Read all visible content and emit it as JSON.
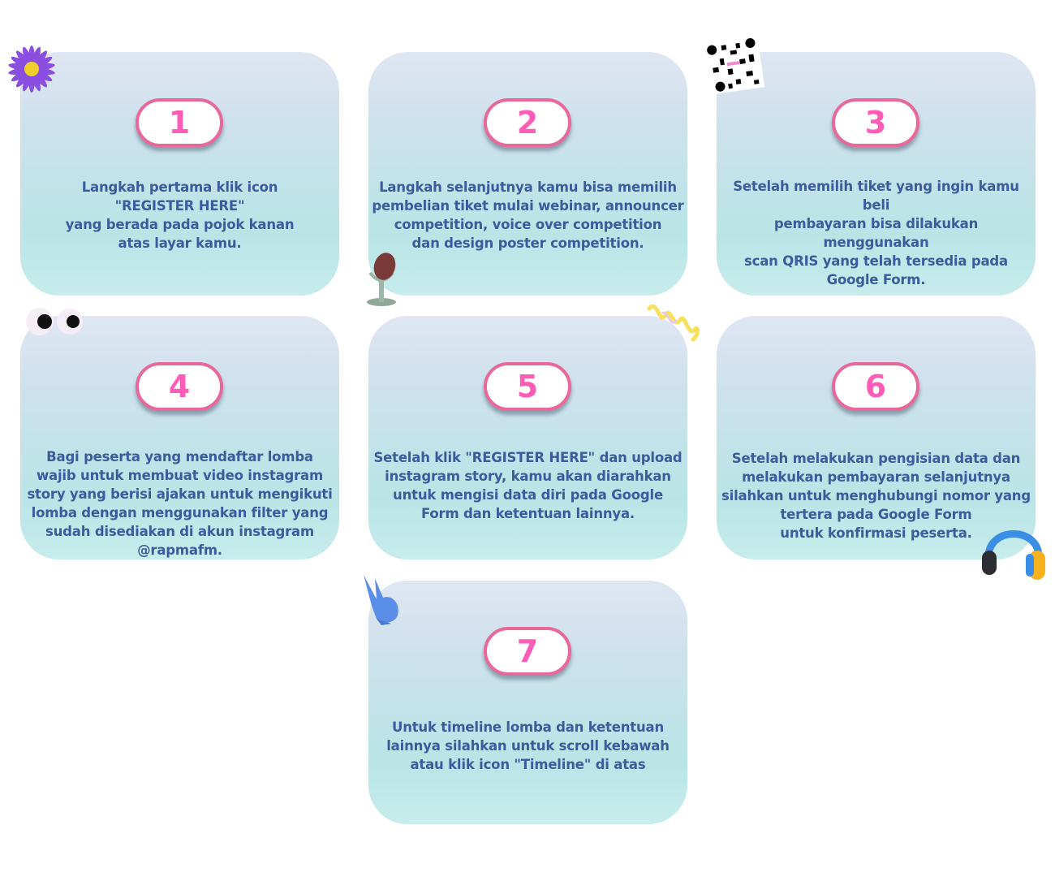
{
  "steps": [
    {
      "number": "1",
      "text": "Langkah pertama klik icon\n\"REGISTER HERE\"\nyang berada pada pojok kanan\natas layar kamu."
    },
    {
      "number": "2",
      "text": "Langkah selanjutnya kamu bisa memilih\npembelian tiket mulai webinar, announcer\ncompetition, voice over competition\ndan design poster competition."
    },
    {
      "number": "3",
      "text": "Setelah memilih tiket yang ingin kamu beli\npembayaran bisa dilakukan menggunakan\nscan QRIS yang telah tersedia pada\nGoogle Form."
    },
    {
      "number": "4",
      "text": "Bagi peserta yang mendaftar lomba\nwajib untuk membuat video instagram\nstory yang berisi ajakan untuk mengikuti\nlomba dengan menggunakan filter yang\nsudah disediakan di akun instagram\n@rapmafm."
    },
    {
      "number": "5",
      "text": "Setelah klik \"REGISTER HERE\" dan upload\ninstagram story, kamu akan diarahkan\nuntuk mengisi data diri pada Google\nForm dan ketentuan lainnya."
    },
    {
      "number": "6",
      "text": "Setelah melakukan pengisian data dan\nmelakukan pembayaran selanjutnya\nsilahkan untuk menghubungi nomor yang\ntertera pada Google Form\nuntuk konfirmasi peserta."
    },
    {
      "number": "7",
      "text": "Untuk timeline lomba dan ketentuan\nlainnya silahkan untuk scroll kebawah\natau klik icon \"Timeline\" di atas"
    }
  ],
  "colors": {
    "pill_border": "#e8689a",
    "digit": "#ff5cb8",
    "text": "#3c5b9c"
  }
}
